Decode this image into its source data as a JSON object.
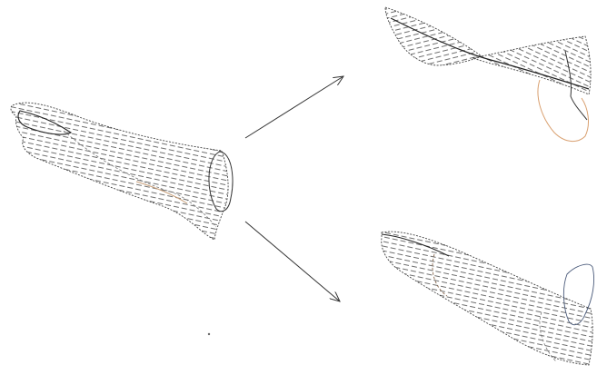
{
  "figure": {
    "panels": [
      "source-shape",
      "twisted-result",
      "straight-result"
    ],
    "arrows": [
      "arrow-to-twisted-result",
      "arrow-to-straight-result"
    ],
    "colors": {
      "background": "#ffffff",
      "hatch": "#555555",
      "outline": "#333333",
      "dots": "#8a7a6a",
      "highlight": "#d9a070",
      "blue_outline": "#4a5a7a",
      "arrow": "#333333"
    }
  }
}
